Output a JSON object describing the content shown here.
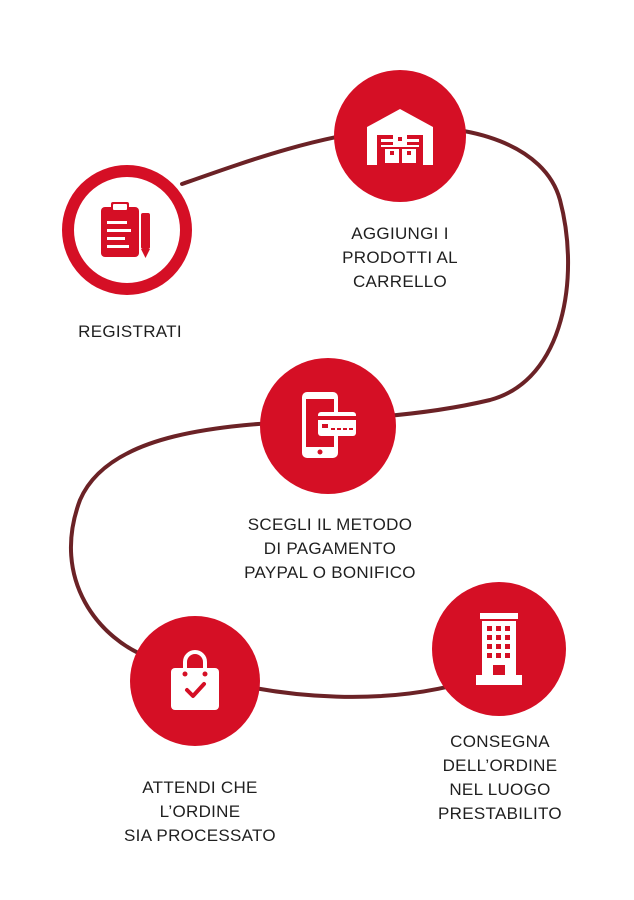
{
  "colors": {
    "accent": "#d50f25",
    "connector": "#6b2226",
    "icon": "#ffffff",
    "ring": "#d50f25",
    "text": "#1f1f1f"
  },
  "steps": [
    {
      "icon": "clipboard-pen-icon",
      "lines": [
        "REGISTRATI"
      ]
    },
    {
      "icon": "warehouse-boxes-icon",
      "lines": [
        "AGGIUNGI I",
        "PRODOTTI AL",
        "CARRELLO"
      ]
    },
    {
      "icon": "phone-card-icon",
      "lines": [
        "SCEGLI IL METODO",
        "DI PAGAMENTO",
        "PAYPAL O BONIFICO"
      ]
    },
    {
      "icon": "shopping-bag-check-icon",
      "lines": [
        "ATTENDI CHE",
        "L’ORDINE",
        "SIA PROCESSATO"
      ]
    },
    {
      "icon": "building-icon",
      "lines": [
        "CONSEGNA",
        "DELL’ORDINE",
        "NEL LUOGO",
        "PRESTABILITO"
      ]
    }
  ]
}
